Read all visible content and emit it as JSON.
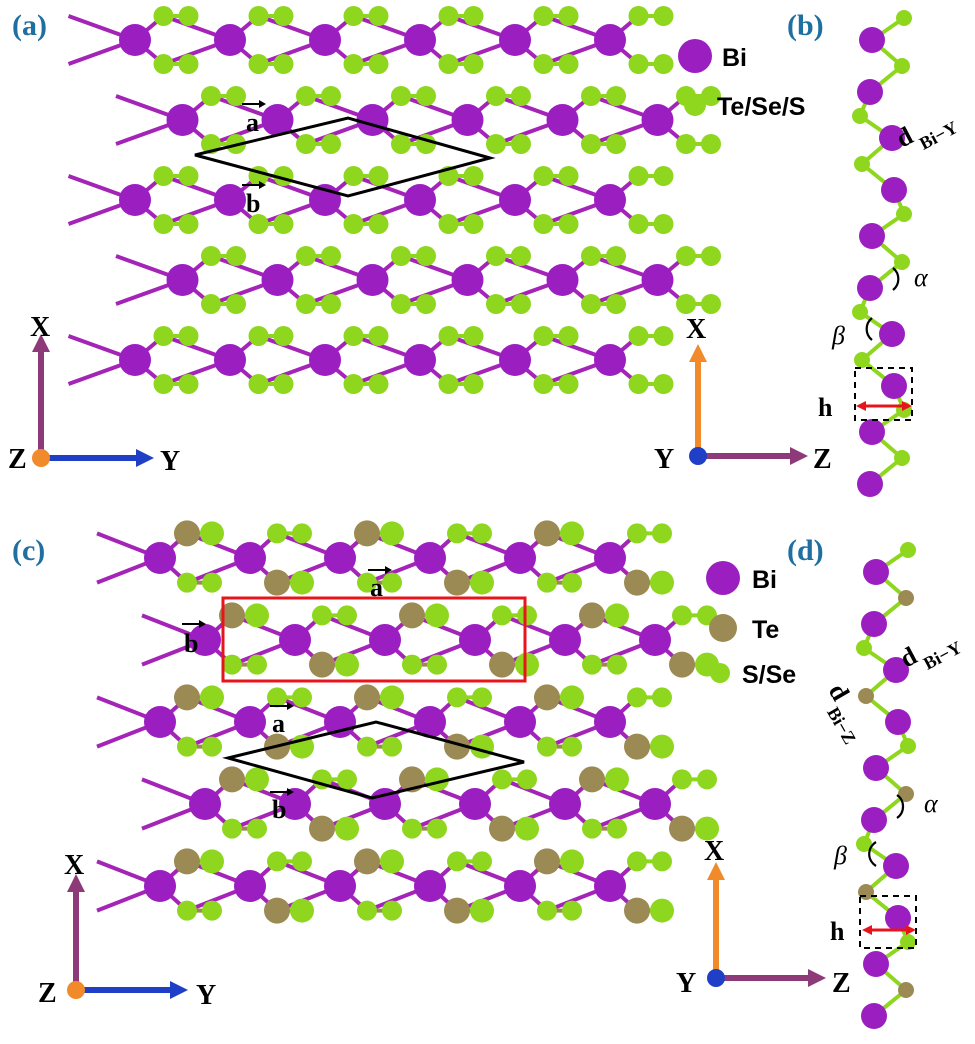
{
  "colors": {
    "bi": "#9b1fc0",
    "chalcogen": "#8fd61f",
    "te": "#9c8a55",
    "bond_bi": "#a524b8",
    "bond_x": "#8fd61f",
    "bond_te": "#9c8a55",
    "axis_x": "#8e3a78",
    "axis_y": "#1f3fc7",
    "axis_x_side": "#f08a2a",
    "axis_z_side": "#8e3a78",
    "panel_label": "#1f6fa0",
    "red_cell": "#e8141b",
    "arrow_red": "#e8141b"
  },
  "panels": {
    "a": {
      "label": "(a)"
    },
    "b": {
      "label": "(b)"
    },
    "c": {
      "label": "(c)"
    },
    "d": {
      "label": "(d)"
    }
  },
  "legend_top": {
    "items": [
      "Bi",
      "Te/Se/S"
    ]
  },
  "legend_bottom": {
    "items": [
      "Bi",
      "Te",
      "S/Se"
    ]
  },
  "axes_top_left": {
    "vertical": "X",
    "origin": "Z",
    "horizontal": "Y"
  },
  "axes_top_right": {
    "vertical": "X",
    "origin": "Y",
    "horizontal": "Z"
  },
  "axes_bot_left": {
    "vertical": "X",
    "origin": "Z",
    "horizontal": "Y"
  },
  "axes_bot_right": {
    "vertical": "X",
    "origin": "Y",
    "horizontal": "Z"
  },
  "vectors": {
    "a": "a",
    "b": "b"
  },
  "side_labels": {
    "d_bi_y": "d",
    "d_bi_y_sub": "Bi−Y",
    "d_bi_z": "d",
    "d_bi_z_sub": "Bi−Z",
    "alpha": "α",
    "beta": "β",
    "h": "h"
  }
}
